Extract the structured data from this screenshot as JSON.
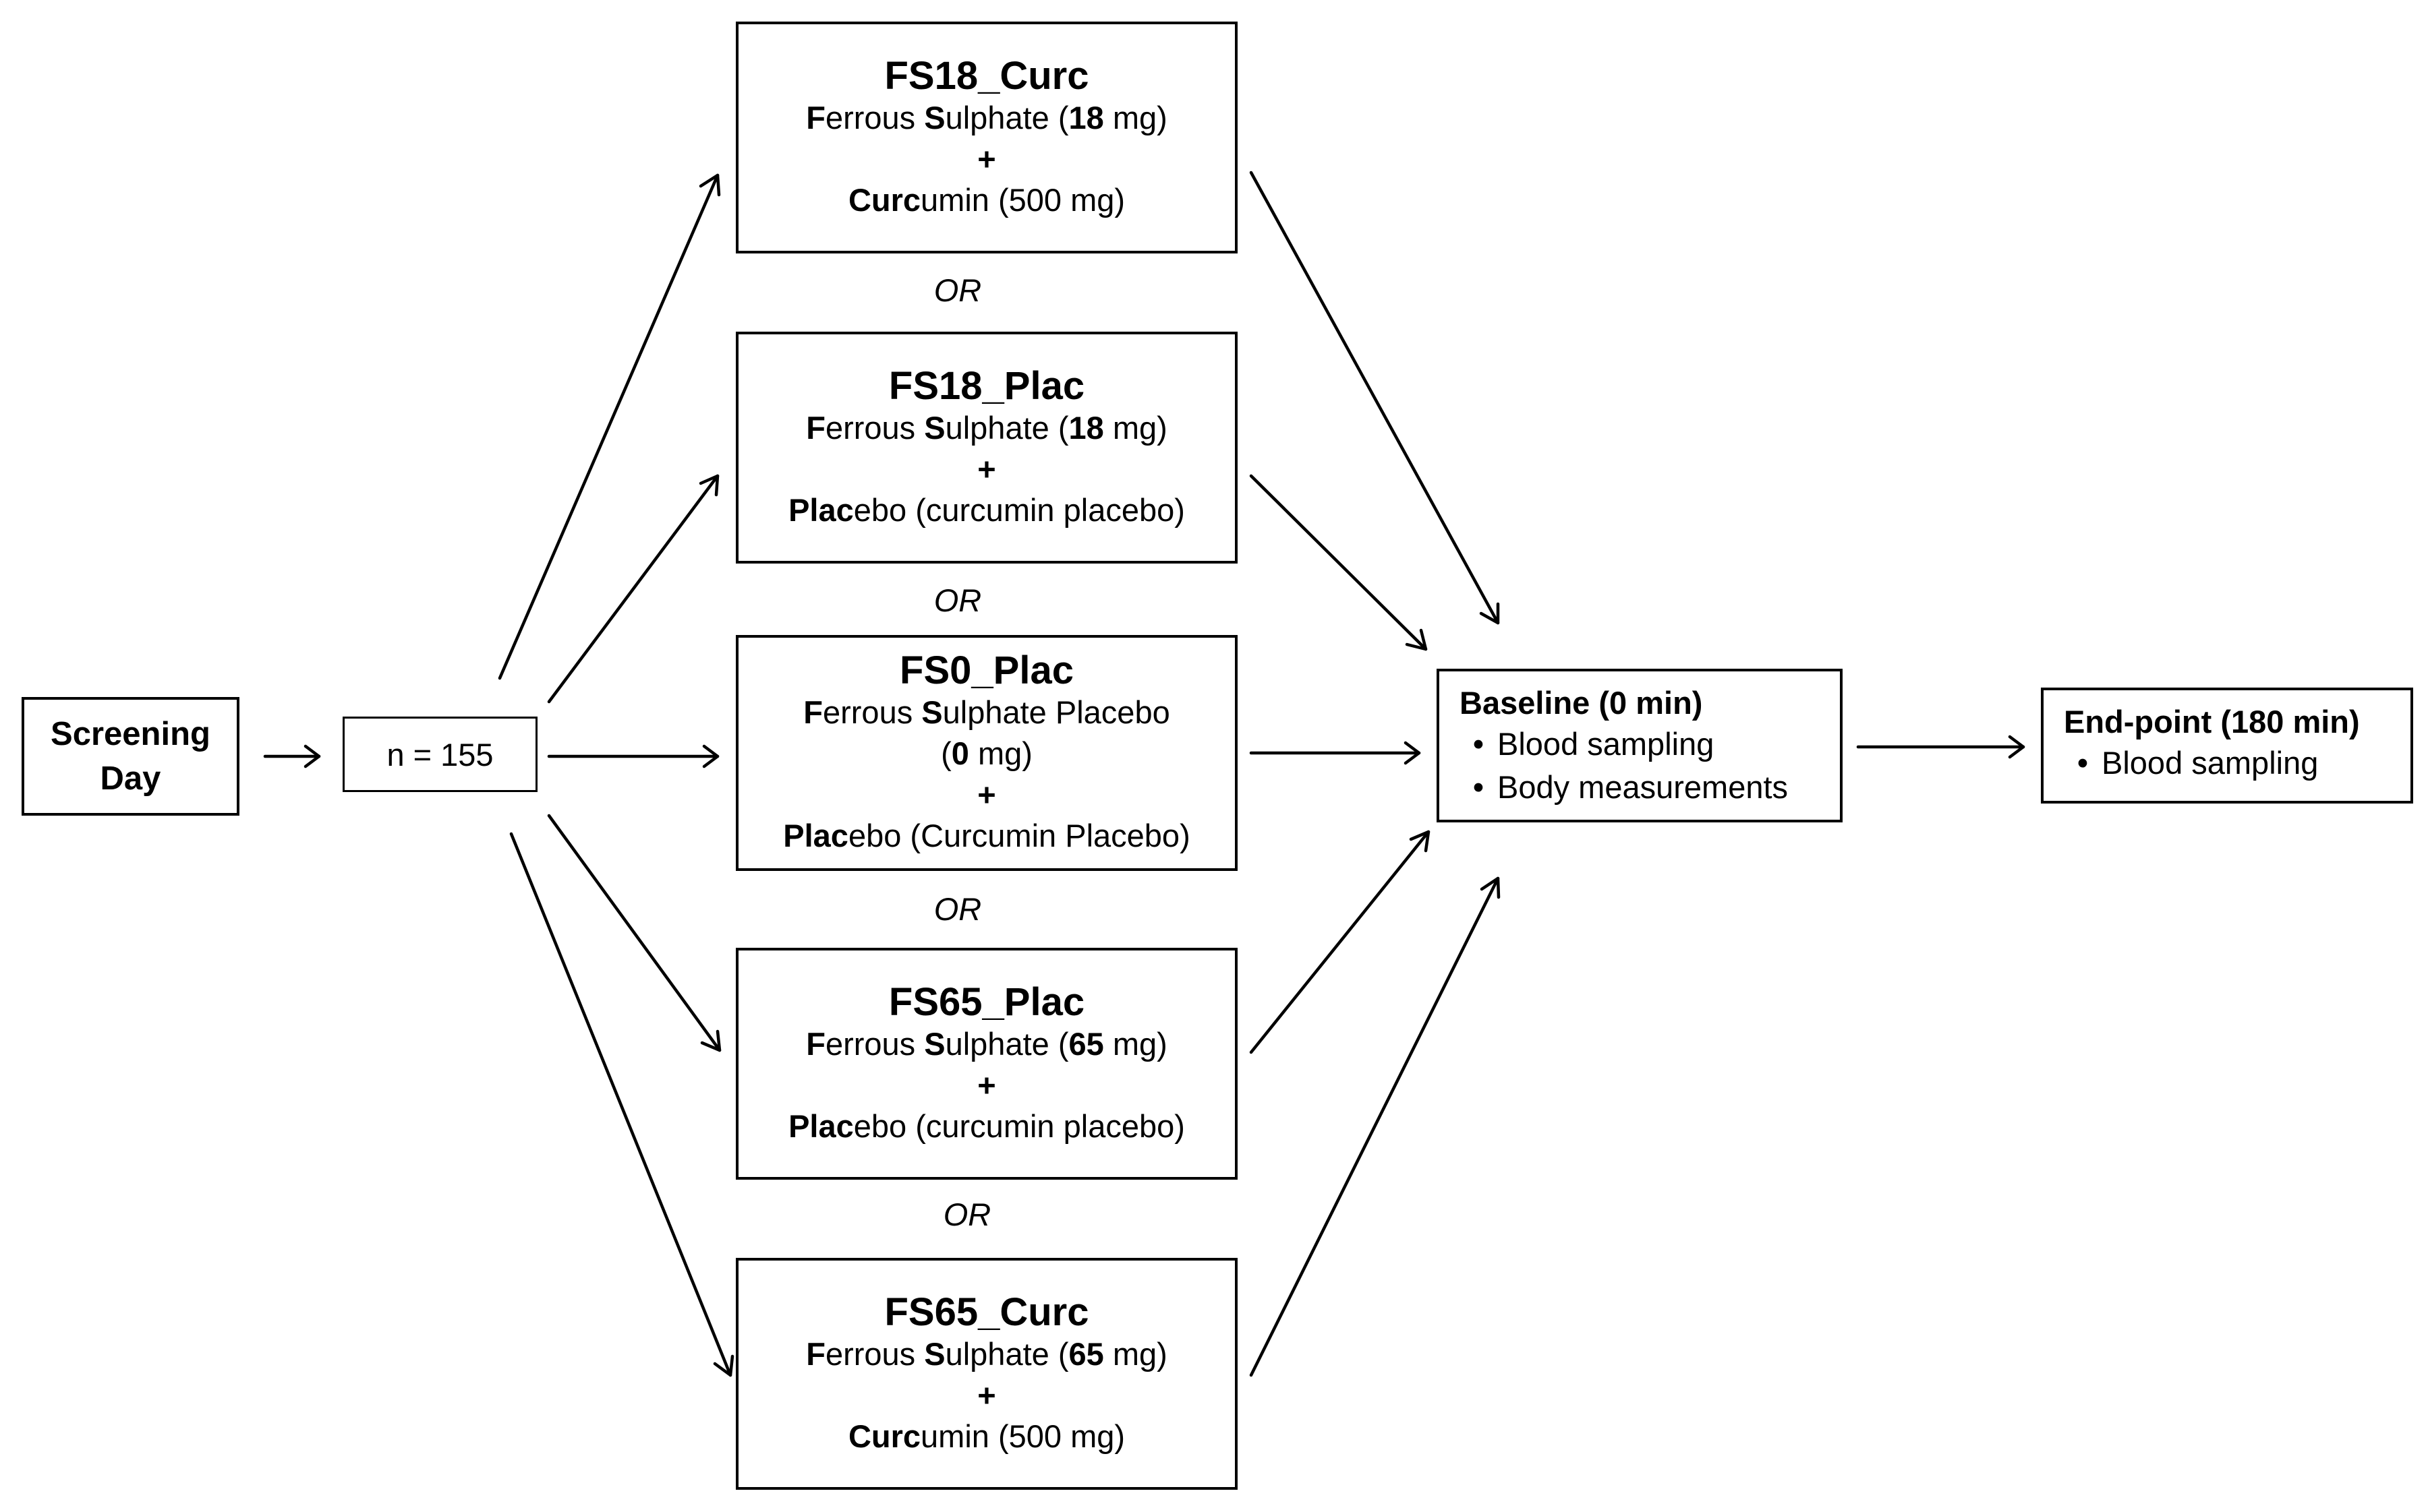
{
  "screening": {
    "line1": "Screening",
    "line2": "Day"
  },
  "n_box": {
    "label": "n = 155"
  },
  "arms": [
    {
      "title": "FS18_Curc",
      "line1": {
        "a": "F",
        "b": "errous ",
        "c": "S",
        "d": "ulphate (",
        "e": "18",
        "f": " mg)"
      },
      "plus": "+",
      "line2": {
        "a": "Curc",
        "b": "umin (500 mg)"
      }
    },
    {
      "title": "FS18_Plac",
      "line1": {
        "a": "F",
        "b": "errous ",
        "c": "S",
        "d": "ulphate (",
        "e": "18",
        "f": " mg)"
      },
      "plus": "+",
      "line2": {
        "a": "Plac",
        "b": "ebo (curcumin placebo)"
      }
    },
    {
      "title": "FS0_Plac",
      "line1": {
        "a": "F",
        "b": "errous ",
        "c": "S",
        "d": "ulphate Placebo"
      },
      "line1b": {
        "a": "(",
        "b": "0",
        "c": " mg)"
      },
      "plus": "+",
      "line2": {
        "a": "Plac",
        "b": "ebo (Curcumin Placebo)"
      }
    },
    {
      "title": "FS65_Plac",
      "line1": {
        "a": "F",
        "b": "errous ",
        "c": "S",
        "d": "ulphate (",
        "e": "65",
        "f": " mg)"
      },
      "plus": "+",
      "line2": {
        "a": "Plac",
        "b": "ebo (curcumin placebo)"
      }
    },
    {
      "title": "FS65_Curc",
      "line1": {
        "a": "F",
        "b": "errous ",
        "c": "S",
        "d": "ulphate (",
        "e": "65",
        "f": " mg)"
      },
      "plus": "+",
      "line2": {
        "a": "Curc",
        "b": "umin (500 mg)"
      }
    }
  ],
  "or_label": "OR",
  "baseline": {
    "title": "Baseline (0 min)",
    "bullet": "•",
    "items": [
      "Blood sampling",
      "Body measurements"
    ]
  },
  "endpoint": {
    "title": "End-point (180 min)",
    "bullet": "•",
    "items": [
      "Blood sampling"
    ]
  }
}
